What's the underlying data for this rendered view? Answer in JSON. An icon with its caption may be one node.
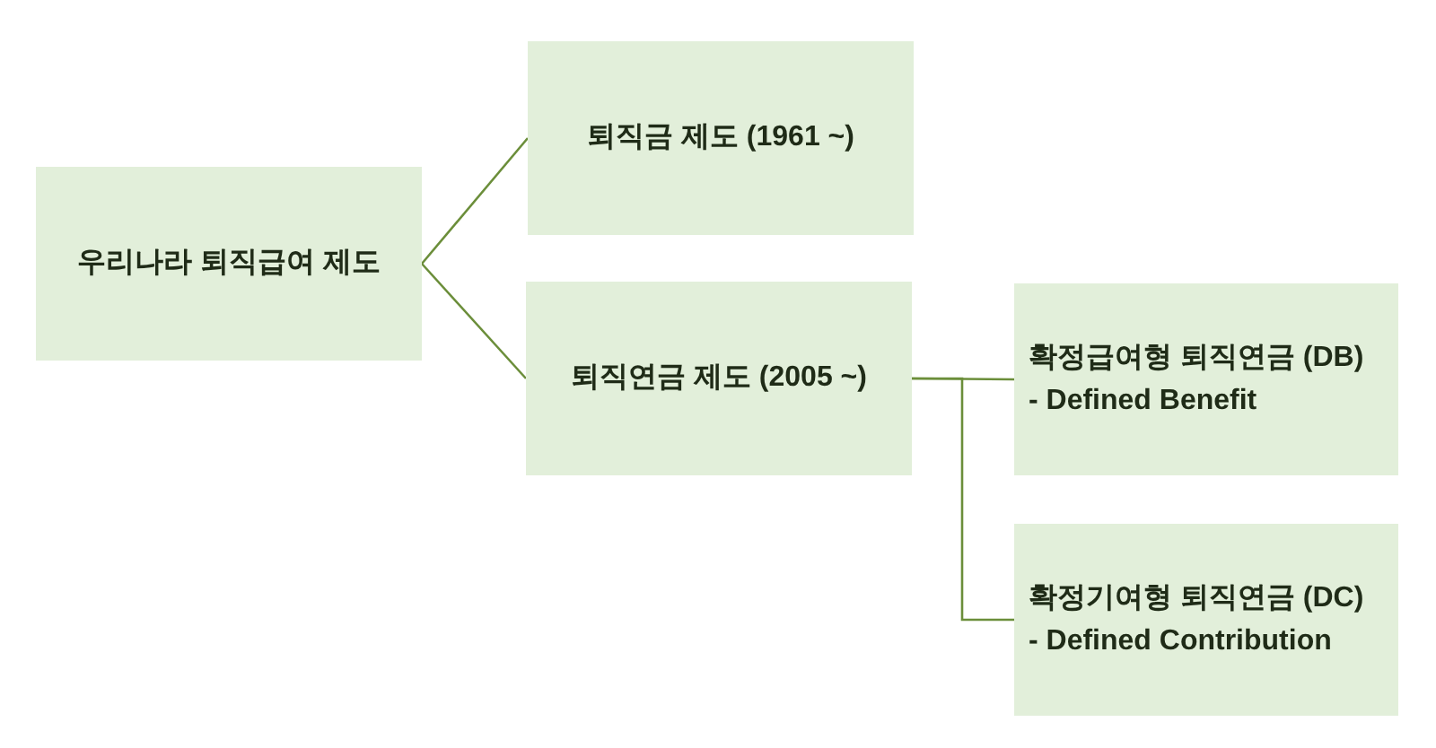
{
  "diagram": {
    "nodes": [
      {
        "text": [
          "우리나라 퇴직급여 제도"
        ]
      },
      {
        "text": [
          "퇴직금 제도 (1961 ~)"
        ]
      },
      {
        "text": [
          "퇴직연금 제도 (2005 ~)"
        ]
      },
      {
        "text": [
          "확정급여형 퇴직연금 (DB)",
          "- Defined Benefit"
        ]
      },
      {
        "text": [
          "확정기여형 퇴직연금 (DC)",
          "- Defined Contribution"
        ]
      }
    ],
    "edges": [
      {
        "from": 0,
        "to": 1,
        "arrow": "none"
      },
      {
        "from": 0,
        "to": 2,
        "arrow": "none"
      },
      {
        "from": 2,
        "to": 3,
        "arrow": "none"
      },
      {
        "from": 2,
        "to": 4,
        "arrow": "none"
      }
    ]
  }
}
